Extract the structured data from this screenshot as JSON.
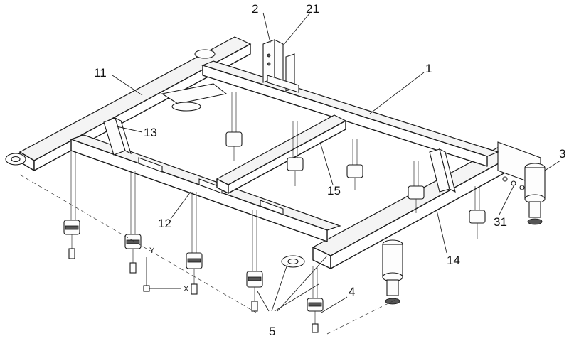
{
  "labels": {
    "l1": "1",
    "l2": "2",
    "l21": "21",
    "l11": "11",
    "l13": "13",
    "l12": "12",
    "l15": "15",
    "l14": "14",
    "l3": "3",
    "l31": "31",
    "l4": "4",
    "l5": "5"
  },
  "axes": {
    "y": "Y",
    "x": "X"
  }
}
